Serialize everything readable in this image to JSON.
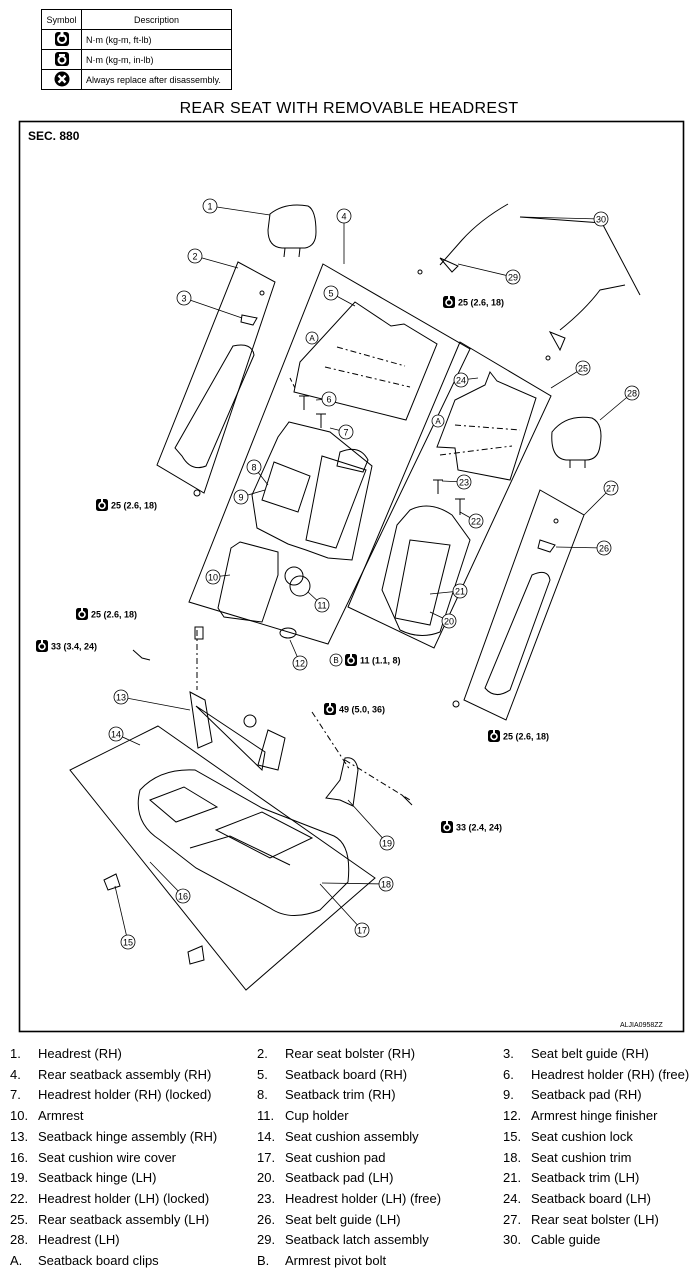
{
  "legend": {
    "header_symbol": "Symbol",
    "header_description": "Description",
    "rows": [
      {
        "icon": "torque-ft-lb-icon",
        "description": "N·m (kg-m, ft-lb)"
      },
      {
        "icon": "torque-in-lb-icon",
        "description": "N·m (kg-m, in-lb)"
      },
      {
        "icon": "always-replace-icon",
        "description": "Always replace after disassembly."
      }
    ]
  },
  "title": "REAR SEAT WITH REMOVABLE HEADREST",
  "diagram": {
    "section": "SEC. 880",
    "code": "ALJIA0958ZZ",
    "callouts": [
      "1",
      "2",
      "3",
      "4",
      "5",
      "6",
      "7",
      "8",
      "9",
      "10",
      "11",
      "12",
      "13",
      "14",
      "15",
      "16",
      "17",
      "18",
      "19",
      "20",
      "21",
      "22",
      "23",
      "24",
      "25",
      "26",
      "27",
      "28",
      "29",
      "30"
    ],
    "letter_callouts": [
      "A",
      "A",
      "B"
    ],
    "torques": [
      "25 (2.6, 18)",
      "25 (2.6, 18)",
      "25 (2.6, 18)",
      "33 (3.4, 24)",
      "11 (1.1, 8)",
      "49 (5.0, 36)",
      "25 (2.6, 18)",
      "33 (2.4, 24)"
    ]
  },
  "parts": [
    {
      "num": "1.",
      "name": "Headrest (RH)"
    },
    {
      "num": "2.",
      "name": "Rear seat bolster (RH)"
    },
    {
      "num": "3.",
      "name": "Seat belt guide (RH)"
    },
    {
      "num": "4.",
      "name": "Rear seatback assembly (RH)"
    },
    {
      "num": "5.",
      "name": "Seatback board (RH)"
    },
    {
      "num": "6.",
      "name": "Headrest holder (RH) (free)"
    },
    {
      "num": "7.",
      "name": "Headrest holder (RH) (locked)"
    },
    {
      "num": "8.",
      "name": "Seatback trim (RH)"
    },
    {
      "num": "9.",
      "name": "Seatback pad (RH)"
    },
    {
      "num": "10.",
      "name": "Armrest"
    },
    {
      "num": "11.",
      "name": "Cup holder"
    },
    {
      "num": "12.",
      "name": "Armrest hinge finisher"
    },
    {
      "num": "13.",
      "name": "Seatback hinge assembly (RH)"
    },
    {
      "num": "14.",
      "name": "Seat cushion assembly"
    },
    {
      "num": "15.",
      "name": "Seat cushion lock"
    },
    {
      "num": "16.",
      "name": "Seat cushion wire cover"
    },
    {
      "num": "17.",
      "name": "Seat cushion pad"
    },
    {
      "num": "18.",
      "name": "Seat cushion trim"
    },
    {
      "num": "19.",
      "name": "Seatback hinge (LH)"
    },
    {
      "num": "20.",
      "name": "Seatback pad (LH)"
    },
    {
      "num": "21.",
      "name": "Seatback trim (LH)"
    },
    {
      "num": "22.",
      "name": "Headrest holder (LH) (locked)"
    },
    {
      "num": "23.",
      "name": "Headrest holder (LH) (free)"
    },
    {
      "num": "24.",
      "name": "Seatback board (LH)"
    },
    {
      "num": "25.",
      "name": "Rear seatback assembly (LH)"
    },
    {
      "num": "26.",
      "name": "Seat belt guide (LH)"
    },
    {
      "num": "27.",
      "name": "Rear seat bolster (LH)"
    },
    {
      "num": "28.",
      "name": "Headrest (LH)"
    },
    {
      "num": "29.",
      "name": "Seatback latch assembly"
    },
    {
      "num": "30.",
      "name": "Cable guide"
    },
    {
      "num": "A.",
      "name": "Seatback board clips"
    },
    {
      "num": "B.",
      "name": "Armrest pivot bolt"
    }
  ]
}
